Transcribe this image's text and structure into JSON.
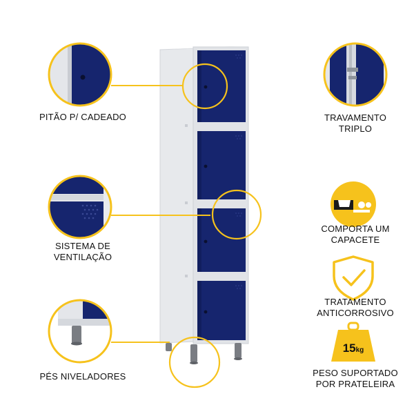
{
  "colors": {
    "accent_yellow": "#F6C21C",
    "door_navy": "#16256E",
    "body_gray": "#E4E6EA",
    "foot_gray": "#7A7D83"
  },
  "features_left": [
    {
      "label": "PITÃO P/ CADEADO"
    },
    {
      "label_line1": "SISTEMA DE",
      "label_line2": "VENTILAÇÃO"
    },
    {
      "label": "PÉS NIVELADORES"
    }
  ],
  "features_right": [
    {
      "icon": "triple-lock-detail",
      "label_line1": "TRAVAMENTO",
      "label_line2": "TRIPLO"
    },
    {
      "icon": "helmet-icon",
      "label_line1": "COMPORTA UM",
      "label_line2": "CAPACETE"
    },
    {
      "icon": "shield-check-icon",
      "label_line1": "TRATAMENTO",
      "label_line2": "ANTICORROSIVO"
    },
    {
      "icon": "weight-icon",
      "weight_number": "15",
      "weight_unit": "kg",
      "label_line1": "PESO SUPORTADO",
      "label_line2": "POR PRATELEIRA"
    }
  ]
}
